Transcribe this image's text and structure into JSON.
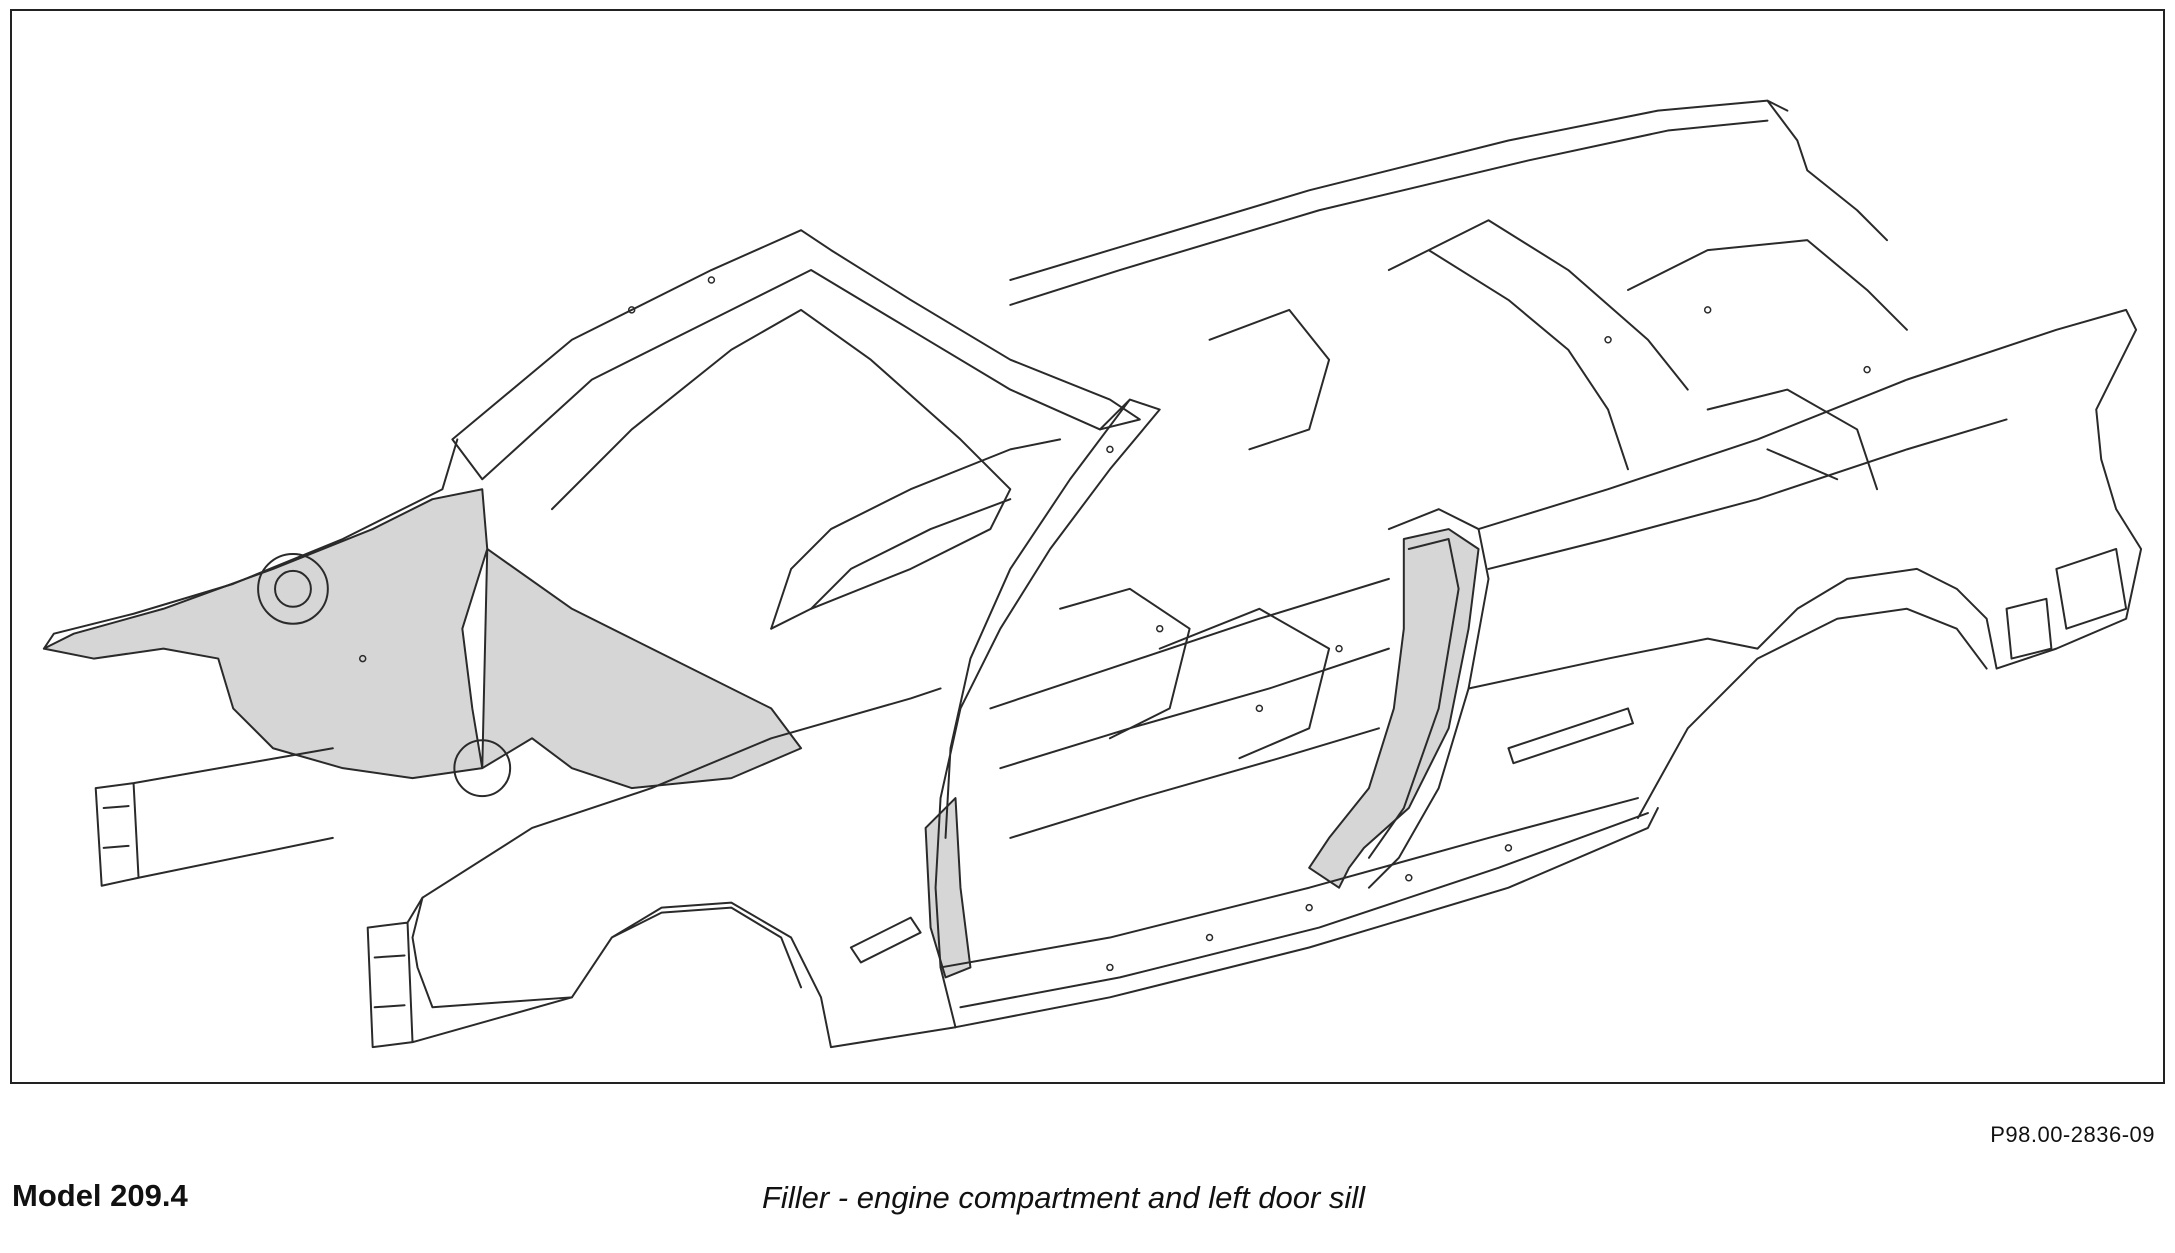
{
  "figure": {
    "reference_code": "P98.00-2836-09",
    "model_label": "Model 209.4",
    "caption": "Filler - engine compartment and left door sill",
    "colors": {
      "line": "#2a2a2a",
      "highlight_fill": "#d6d6d6",
      "background": "#ffffff"
    }
  }
}
